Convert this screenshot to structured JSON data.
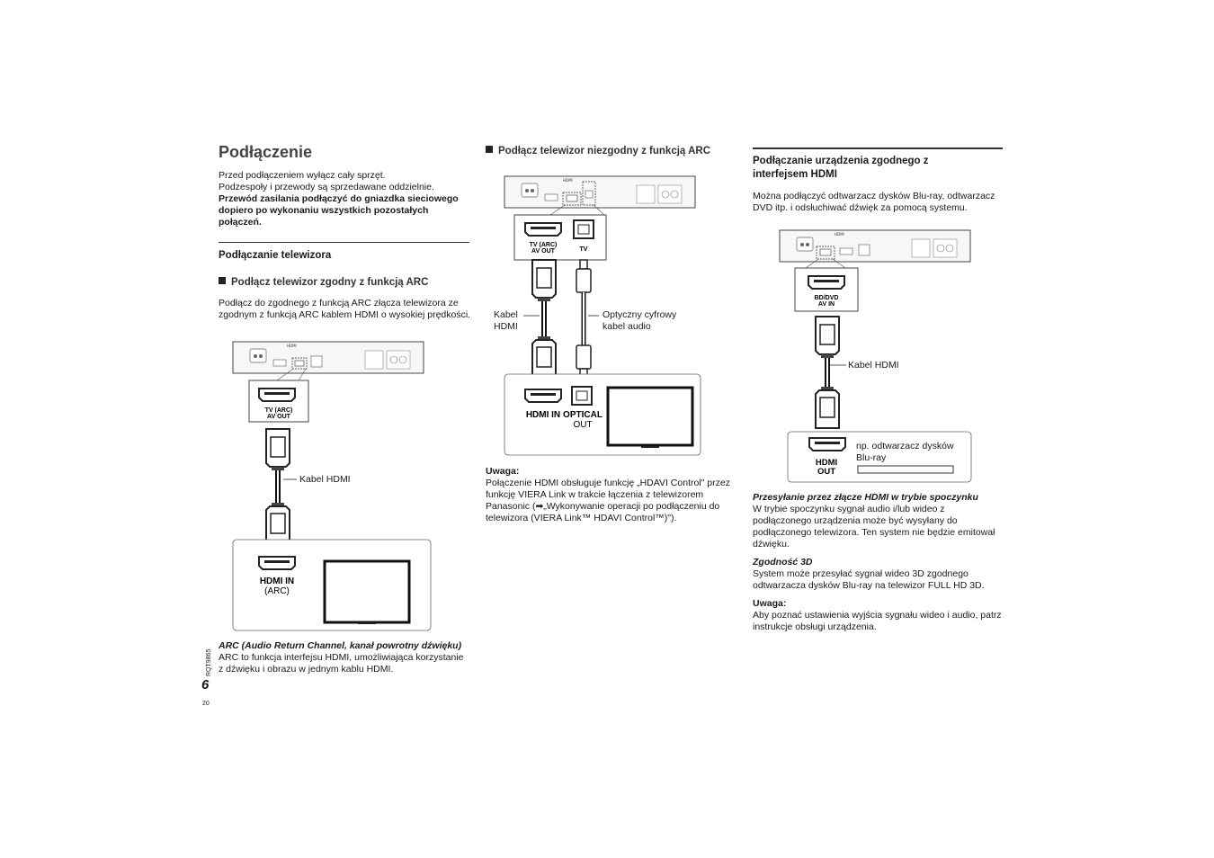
{
  "left": {
    "title": "Podłączenie",
    "intro": [
      "Przed podłączeniem wyłącz cały sprzęt.",
      "Podzespoły i przewody są sprzedawane oddzielnie."
    ],
    "intro_bold": [
      "Przewód zasilania podłączyć do gniazdka sieciowego",
      "dopiero po wykonaniu wszystkich pozostałych",
      "połączeń."
    ],
    "section_title": "Podłączanie telewizora",
    "arc_heading": "Podłącz telewizor zgodny z funkcją ARC",
    "arc_text": [
      "Podłącz do zgodnego z funkcją ARC złącza telewizora ze",
      "zgodnym z funkcją ARC kablem HDMI o wysokiej prędkości."
    ],
    "diagram": {
      "port_label_1": "TV (ARC)",
      "port_label_2": "AV OUT",
      "cable_label": "Kabel HDMI",
      "tv_port_1": "HDMI IN",
      "tv_port_2": "(ARC)"
    },
    "arc_note_title": "ARC (Audio Return Channel, kanał powrotny dźwięku)",
    "arc_note_text": [
      "ARC to funkcja interfejsu HDMI, umożliwiająca korzystanie",
      "z dźwięku i obrazu w jednym kablu HDMI."
    ],
    "side_code": "RQT9865",
    "page_number": "6",
    "page_sub": "20"
  },
  "middle": {
    "heading": "Podłącz telewizor niezgodny z funkcją ARC",
    "diagram": {
      "port_label_1": "TV (ARC)",
      "port_label_2": "AV OUT",
      "port_tv": "TV",
      "cable_hdmi_1": "Kabel",
      "cable_hdmi_2": "HDMI",
      "cable_optical_1": "Optyczny cyfrowy",
      "cable_optical_2": "kabel audio",
      "tv_hdmi": "HDMI IN",
      "tv_optical_1": "OPTICAL",
      "tv_optical_2": "OUT"
    },
    "note_title": "Uwaga:",
    "note_text": [
      "Połączenie HDMI obsługuje funkcję „HDAVI Control\" przez",
      "funkcję VIERA Link w trakcie łączenia z telewizorem",
      "Panasonic (➡„Wykonywanie operacji po podłączeniu do",
      "telewizora (VIERA Link™ HDAVI Control™)\")."
    ]
  },
  "right": {
    "heading": [
      "Podłączanie urządzenia zgodnego z",
      "interfejsem HDMI"
    ],
    "intro": [
      "Można podłączyć odtwarzacz dysków Blu-ray, odtwarzacz",
      "DVD itp. i odsłuchiwać dźwięk za pomocą systemu."
    ],
    "diagram": {
      "port_label_1": "BD/DVD",
      "port_label_2": "AV IN",
      "cable_label": "Kabel HDMI",
      "device_port_1": "HDMI",
      "device_port_2": "OUT",
      "device_label_1": "np. odtwarzacz dysków",
      "device_label_2": "Blu-ray"
    },
    "standby_title": "Przesyłanie przez złącze HDMI w trybie spoczynku",
    "standby_text": [
      "W trybie spoczynku sygnał audio i/lub wideo z",
      "podłączonego urządzenia może być wysyłany do",
      "podłączonego telewizora. Ten system nie będzie emitował",
      "dźwięku."
    ],
    "3d_title": "Zgodność 3D",
    "3d_text": [
      "System może przesyłać sygnał wideo 3D zgodnego",
      "odtwarzacza dysków Blu-ray na telewizor FULL HD 3D."
    ],
    "note_title": "Uwaga:",
    "note_text": [
      "Aby poznać ustawienia wyjścia sygnału wideo i audio, patrz",
      "instrukcje obsługi urządzenia."
    ]
  },
  "common": {
    "hdmi_logo": "HDMI"
  }
}
